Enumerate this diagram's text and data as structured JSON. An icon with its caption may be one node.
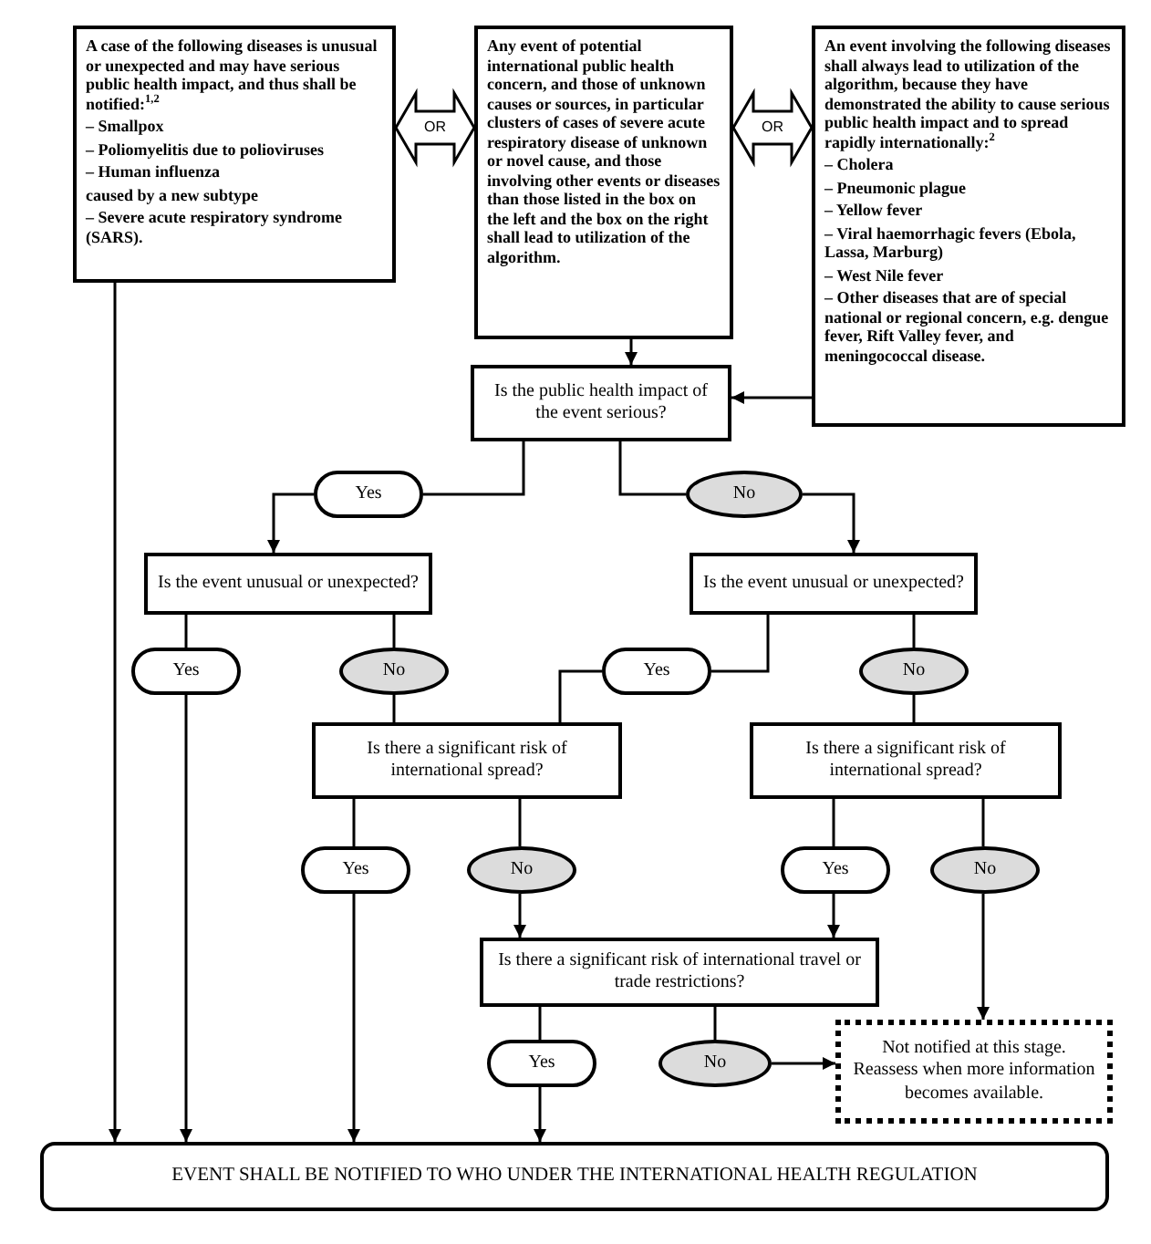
{
  "diagram": {
    "nodes": [
      {
        "text": [
          "A case of the following diseases is unusual or unexpected and may have serious public health impact, and thus shall be notified:$^{1,2}$",
          "– Smallpox",
          "– Poliomyelitis due to polioviruses",
          "– Human influenza",
          "caused by a new subtype",
          "– Severe acute respiratory syndrome (SARS)."
        ]
      },
      {
        "text": [
          "Any event of potential international public health concern, and those of unknown causes or sources, in particular clusters of cases of severe acute respiratory disease of unknown or novel cause, and those involving other events or diseases than those listed in the box on the left and the box on the right shall lead to utilization of the algorithm."
        ]
      },
      {
        "text": [
          "An event involving the following diseases shall always lead to utilization of the algorithm, because they have demonstrated the ability to cause serious public health impact and to spread rapidly internationally:$^{2}$",
          "– Cholera",
          "– Pneumonic plague",
          "– Yellow fever",
          "– Viral haemorrhagic fevers (Ebola, Lassa, Marburg)",
          "– West Nile fever",
          "– Other diseases that are of special national or regional concern, e.g. dengue fever, Rift Valley fever, and meningococcal disease."
        ]
      },
      {
        "text": [
          "Is the public health impact of the event serious?"
        ]
      },
      {
        "text": [
          "Yes"
        ]
      },
      {
        "text": [
          "No"
        ]
      },
      {
        "text": [
          "Is the event unusual or unexpected?"
        ]
      },
      {
        "text": [
          "Is the event unusual or unexpected?"
        ]
      },
      {
        "text": [
          "Yes"
        ]
      },
      {
        "text": [
          "No"
        ]
      },
      {
        "text": [
          "Yes"
        ]
      },
      {
        "text": [
          "No"
        ]
      },
      {
        "text": [
          "Is there a significant risk of international spread?"
        ]
      },
      {
        "text": [
          "Is there a significant risk of international spread?"
        ]
      },
      {
        "text": [
          "Yes"
        ]
      },
      {
        "text": [
          "No"
        ]
      },
      {
        "text": [
          "Yes"
        ]
      },
      {
        "text": [
          "No"
        ]
      },
      {
        "text": [
          "Is there a significant risk of international travel or trade restrictions?"
        ]
      },
      {
        "text": [
          "Yes"
        ]
      },
      {
        "text": [
          "No"
        ]
      },
      {
        "text": [
          "Not notified at this stage. Reassess when more information becomes available."
        ]
      },
      {
        "text": [
          "EVENT SHALL BE NOTIFIED TO WHO UNDER THE INTERNATIONAL HEALTH REGULATION"
        ]
      }
    ],
    "edges": [
      {
        "from": 0,
        "to": 1,
        "arrow": "both",
        "label": "OR"
      },
      {
        "from": 1,
        "to": 2,
        "arrow": "both",
        "label": "OR"
      },
      {
        "from": 0,
        "to": 22,
        "arrow": "to"
      },
      {
        "from": 1,
        "to": 3,
        "arrow": "to"
      },
      {
        "from": 2,
        "to": 3,
        "arrow": "to"
      },
      {
        "from": 3,
        "to": 4,
        "arrow": "none"
      },
      {
        "from": 4,
        "to": 6,
        "arrow": "to"
      },
      {
        "from": 3,
        "to": 5,
        "arrow": "none"
      },
      {
        "from": 5,
        "to": 7,
        "arrow": "to"
      },
      {
        "from": 6,
        "to": 8,
        "arrow": "none"
      },
      {
        "from": 6,
        "to": 9,
        "arrow": "none"
      },
      {
        "from": 8,
        "to": 22,
        "arrow": "to"
      },
      {
        "from": 9,
        "to": 12,
        "arrow": "none"
      },
      {
        "from": 7,
        "to": 10,
        "arrow": "none"
      },
      {
        "from": 10,
        "to": 12,
        "arrow": "none"
      },
      {
        "from": 7,
        "to": 11,
        "arrow": "none"
      },
      {
        "from": 11,
        "to": 13,
        "arrow": "none"
      },
      {
        "from": 12,
        "to": 14,
        "arrow": "none"
      },
      {
        "from": 12,
        "to": 15,
        "arrow": "none"
      },
      {
        "from": 14,
        "to": 22,
        "arrow": "to"
      },
      {
        "from": 15,
        "to": 18,
        "arrow": "to"
      },
      {
        "from": 13,
        "to": 16,
        "arrow": "none"
      },
      {
        "from": 13,
        "to": 17,
        "arrow": "none"
      },
      {
        "from": 16,
        "to": 18,
        "arrow": "to"
      },
      {
        "from": 17,
        "to": 21,
        "arrow": "to"
      },
      {
        "from": 18,
        "to": 19,
        "arrow": "none"
      },
      {
        "from": 18,
        "to": 20,
        "arrow": "none"
      },
      {
        "from": 19,
        "to": 22,
        "arrow": "to"
      },
      {
        "from": 20,
        "to": 21,
        "arrow": "to"
      }
    ]
  }
}
